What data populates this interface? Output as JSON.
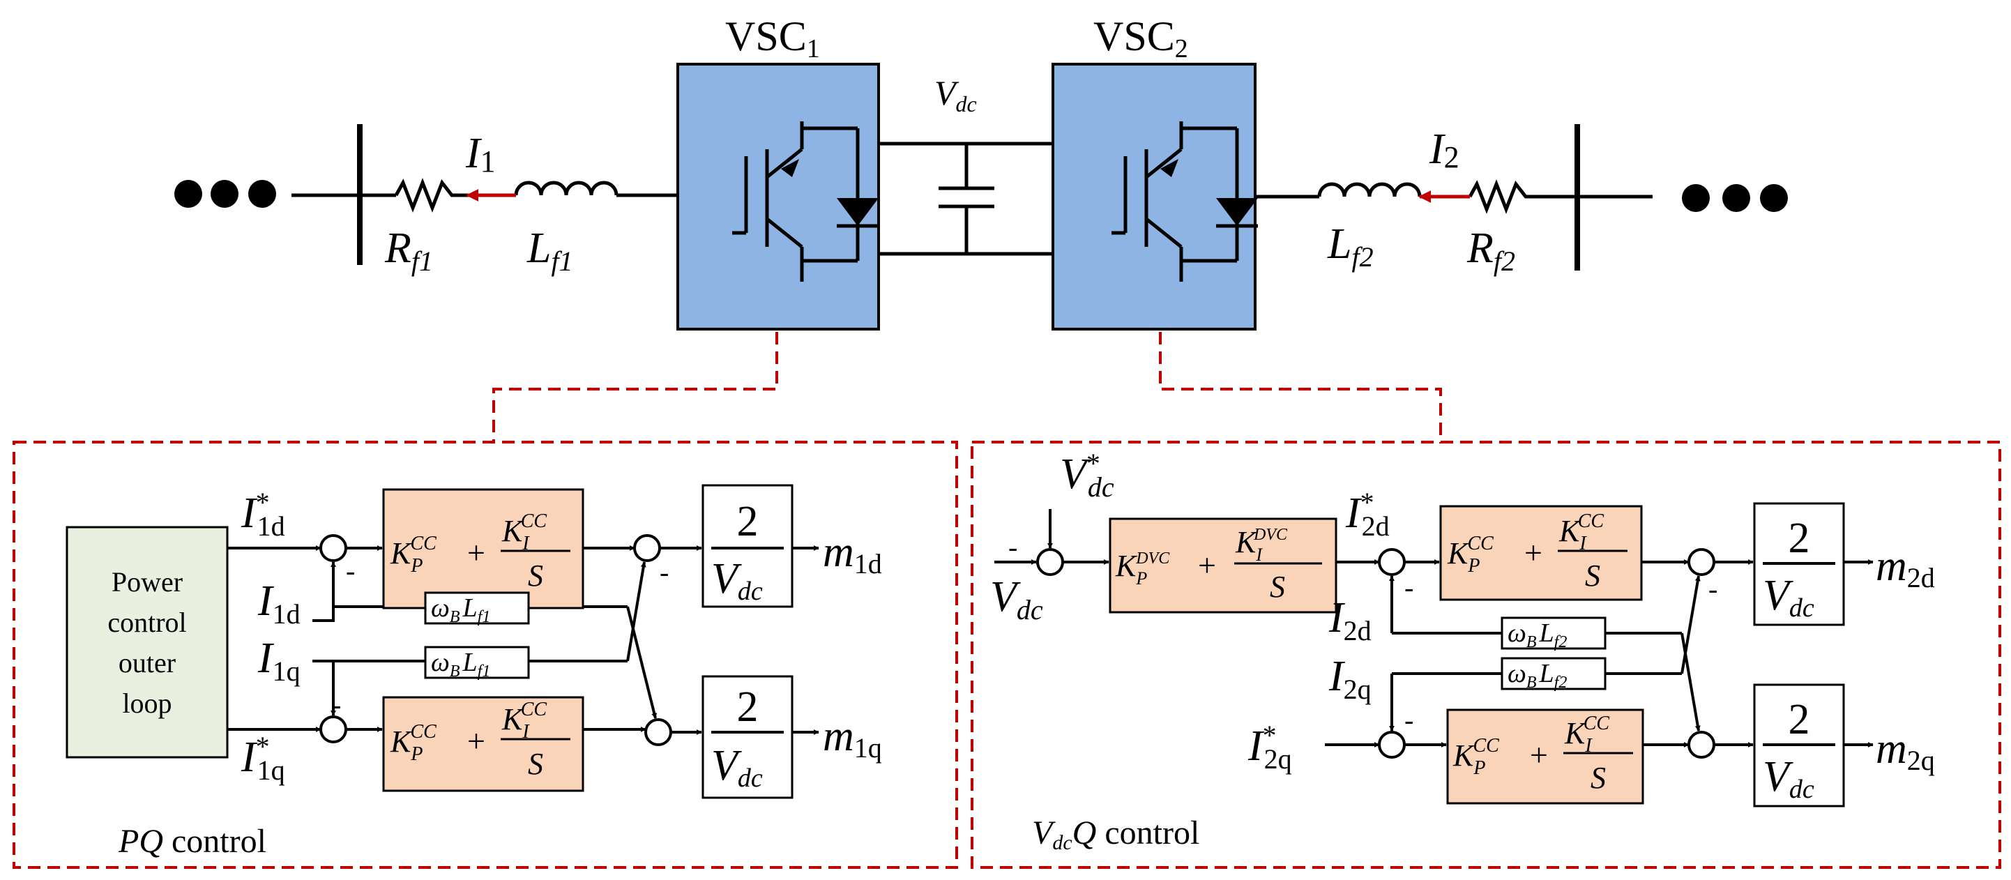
{
  "converters": {
    "vsc1": {
      "main": "VSC",
      "sub": "1"
    },
    "vsc2": {
      "main": "VSC",
      "sub": "2"
    },
    "dc_link": {
      "main": "V",
      "sub": "dc"
    }
  },
  "grid_left": {
    "current": {
      "main": "I",
      "sub": "1"
    },
    "resistor": {
      "main": "R",
      "sub": "f1"
    },
    "inductor": {
      "main": "L",
      "sub": "f1"
    }
  },
  "grid_right": {
    "current": {
      "main": "I",
      "sub": "2"
    },
    "resistor": {
      "main": "R",
      "sub": "f2"
    },
    "inductor": {
      "main": "L",
      "sub": "f2"
    }
  },
  "pq_control": {
    "caption_italic": "PQ",
    "caption_rest": " control",
    "outer_loop": [
      "Power",
      "control",
      "outer",
      "loop"
    ],
    "i1d_ref": {
      "main": "I",
      "sup": "*",
      "sub": "1d"
    },
    "i1q_ref": {
      "main": "I",
      "sup": "*",
      "sub": "1q"
    },
    "i1d": {
      "main": "I",
      "sub": "1d"
    },
    "i1q": {
      "main": "I",
      "sub": "1q"
    },
    "pi": {
      "kp": "K",
      "kp_sub": "P",
      "kp_sup": "CC",
      "plus": "+",
      "ki": "K",
      "ki_sub": "I",
      "ki_sup": "CC",
      "den": "S"
    },
    "decouple": {
      "w": "ω",
      "w_sub": "B",
      "l": "L",
      "l_sub": "f1"
    },
    "gain": {
      "num": "2",
      "den": "V",
      "den_sub": "dc"
    },
    "m1d": {
      "main": "m",
      "sub": "1d"
    },
    "m1q": {
      "main": "m",
      "sub": "1q"
    },
    "minus": "-"
  },
  "vdcq_control": {
    "caption_italic_v": "V",
    "caption_italic_sub": "dc",
    "caption_italic_q": "Q",
    "caption_rest": " control",
    "vdc_ref": {
      "main": "V",
      "sup": "*",
      "sub": "dc"
    },
    "vdc": {
      "main": "V",
      "sub": "dc"
    },
    "i2d_ref": {
      "main": "I",
      "sup": "*",
      "sub": "2d"
    },
    "i2q_ref": {
      "main": "I",
      "sup": "*",
      "sub": "2q"
    },
    "i2d": {
      "main": "I",
      "sub": "2d"
    },
    "i2q": {
      "main": "I",
      "sub": "2q"
    },
    "pi_dvc": {
      "kp": "K",
      "kp_sub": "P",
      "kp_sup": "DVC",
      "plus": "+",
      "ki": "K",
      "ki_sub": "I",
      "ki_sup": "DVC",
      "den": "S"
    },
    "pi": {
      "kp": "K",
      "kp_sub": "P",
      "kp_sup": "CC",
      "plus": "+",
      "ki": "K",
      "ki_sub": "I",
      "ki_sup": "CC",
      "den": "S"
    },
    "decouple": {
      "w": "ω",
      "w_sub": "B",
      "l": "L",
      "l_sub": "f2"
    },
    "gain": {
      "num": "2",
      "den": "V",
      "den_sub": "dc"
    },
    "m2d": {
      "main": "m",
      "sub": "2d"
    },
    "m2q": {
      "main": "m",
      "sub": "2q"
    },
    "minus": "-"
  },
  "colors": {
    "converter_fill": "#8eb4e3",
    "pi_fill": "#fad4b8",
    "outer_loop_fill": "#e9f0df",
    "dashed_border": "#c00000",
    "current_arrow": "#c00000",
    "line": "#000000"
  }
}
